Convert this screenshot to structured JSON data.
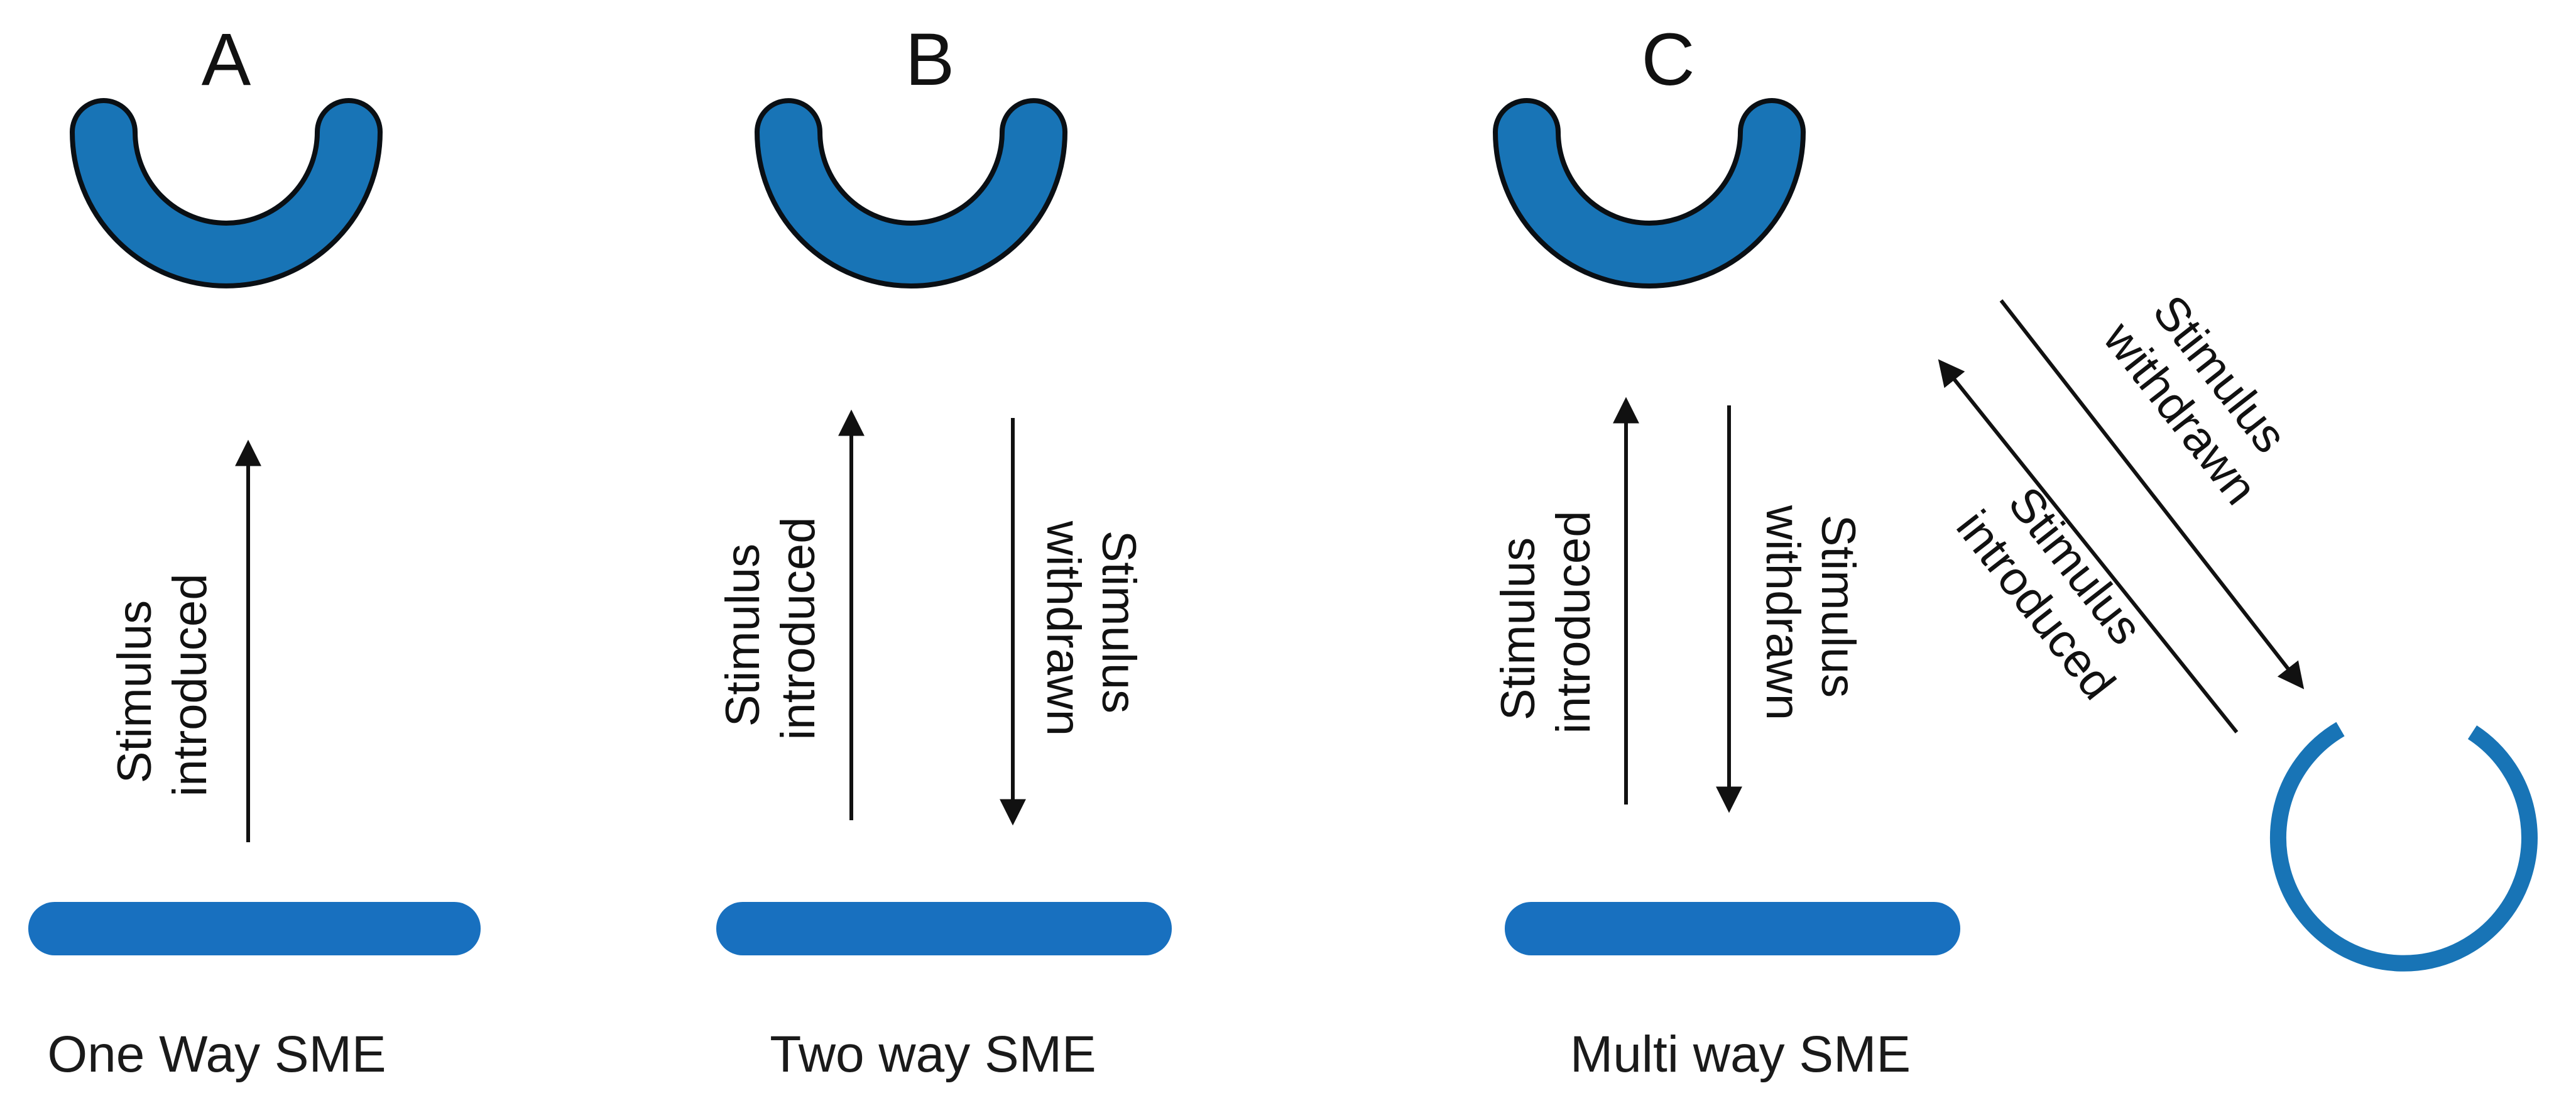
{
  "colors": {
    "shape_fill": "#1874b6",
    "bar_fill": "#1870bf",
    "ring_stroke": "#1874b6",
    "text": "#111111",
    "background": "#ffffff"
  },
  "panels": [
    {
      "letter": "A",
      "caption": "One Way SME",
      "arrows": [
        {
          "direction": "up",
          "line1": "Stimulus",
          "line2": "introduced"
        }
      ]
    },
    {
      "letter": "B",
      "caption": "Two way SME",
      "arrows": [
        {
          "direction": "up",
          "line1": "Stimulus",
          "line2": "introduced"
        },
        {
          "direction": "down",
          "line1": "Stimulus",
          "line2": "withdrawn"
        }
      ]
    },
    {
      "letter": "C",
      "caption": "Multi way SME",
      "arrows": [
        {
          "direction": "up",
          "line1": "Stimulus",
          "line2": "introduced"
        },
        {
          "direction": "down",
          "line1": "Stimulus",
          "line2": "withdrawn"
        },
        {
          "direction": "diagonal-down",
          "line1": "Stimulus",
          "line2": "withdrawn"
        },
        {
          "direction": "diagonal-up",
          "line1": "Stimulus",
          "line2": "introduced"
        }
      ]
    }
  ]
}
